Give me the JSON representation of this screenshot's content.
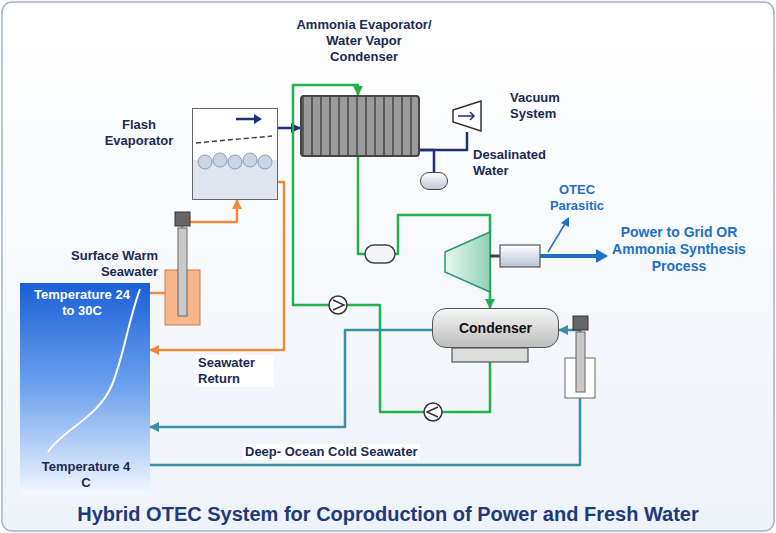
{
  "diagram": {
    "title": "Hybrid OTEC System for Coproduction of Power and Fresh Water",
    "nodes": [
      {
        "text": [
          "Ammonia Evaporator/ Water Vapor Condenser"
        ]
      },
      {
        "text": [
          "Vacuum System"
        ]
      },
      {
        "text": [
          "Flash Evaporator"
        ]
      },
      {
        "text": [
          "Desalinated Water"
        ]
      },
      {
        "text": [
          "Condenser"
        ]
      },
      {
        "text": [
          "Temperature 24 to 30C",
          "Temperature 4 C"
        ]
      }
    ],
    "edges": [
      {
        "from": 2,
        "to": 0,
        "arrow": "to"
      },
      {
        "from": 0,
        "to": 1,
        "arrow": "none"
      },
      {
        "from": 0,
        "to": 3,
        "arrow": "none"
      },
      {
        "from": 5,
        "to": 2,
        "arrow": "to"
      },
      {
        "from": 2,
        "to": 5,
        "label": "Seawater Return",
        "arrow": "to"
      },
      {
        "from": 0,
        "to": 4,
        "arrow": "to"
      },
      {
        "from": 4,
        "to": 0,
        "arrow": "to"
      },
      {
        "from": 4,
        "to": 5,
        "arrow": "to"
      },
      {
        "from": 5,
        "to": 4,
        "label": "Deep- Ocean Cold Seawater",
        "arrow": "to"
      }
    ],
    "labels": [
      "Surface Warm Seawater",
      "OTEC Parasitic",
      "Power to Grid OR Ammonia Synthesis Process"
    ]
  }
}
